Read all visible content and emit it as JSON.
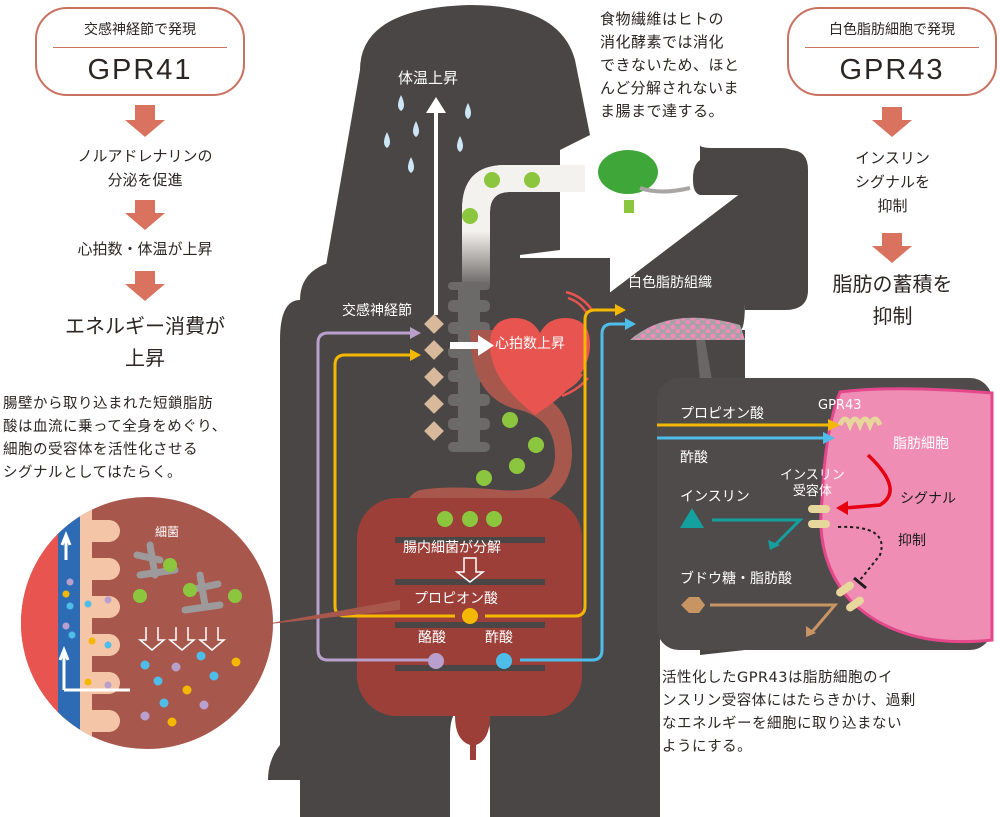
{
  "left_panel": {
    "box_subtitle": "交感神経節で発現",
    "box_title": "GPR41",
    "steps": [
      "ノルアドレナリンの",
      "分泌を促進",
      "心拍数・体温が上昇"
    ],
    "result_line1": "エネルギー消費が",
    "result_line2": "上昇",
    "description": [
      "腸壁から取り込まれた短鎖脂肪",
      "酸は血流に乗って全身をめぐり、",
      "細胞の受容体を活性化させる",
      "シグナルとしてはたらく。"
    ]
  },
  "right_panel": {
    "box_subtitle": "白色脂肪細胞で発現",
    "box_title": "GPR43",
    "steps": [
      "インスリン",
      "シグナルを",
      "抑制"
    ],
    "result_line1": "脂肪の蓄積を",
    "result_line2": "抑制"
  },
  "fiber_note": [
    "食物繊維はヒトの",
    "消化酵素では消化",
    "できないため、ほと",
    "んど分解されないま",
    "ま腸まで達する。"
  ],
  "body": {
    "body_temp_label": "体温上昇",
    "ganglion_label": "交感神経節",
    "heart_label": "心拍数上昇",
    "white_fat_label": "白色脂肪組織",
    "gut_bacteria_label": "腸内細菌が分解",
    "propionic_acid": "プロピオン酸",
    "butyric_acid": "酪酸",
    "acetic_acid": "酢酸"
  },
  "villi_inset": {
    "bacteria_label": "細菌"
  },
  "fat_cell_inset": {
    "propionic_acid": "プロピオン酸",
    "acetic_acid": "酢酸",
    "gpr43": "GPR43",
    "fat_cell": "脂肪細胞",
    "insulin": "インスリン",
    "insulin_receptor_line1": "インスリン",
    "insulin_receptor_line2": "受容体",
    "signal": "シグナル",
    "suppression": "抑制",
    "glucose_fatty_acid": "ブドウ糖・脂肪酸"
  },
  "bottom_note": [
    "活性化したGPR43は脂肪細胞のイ",
    "ンスリン受容体にはたらきかけ、過剰",
    "なエネルギーを細胞に取り込まない",
    "ようにする。"
  ],
  "colors": {
    "body": "#4a4645",
    "accent_box": "#c9705f",
    "arrow": "#d9735f",
    "propionic": "#f5b800",
    "acetic": "#4fbde9",
    "butyric": "#b9a0cc",
    "gut": "#9b3f38",
    "heart": "#e85450",
    "fiber": "#8cc63f",
    "fat_cell": "#ef8db4",
    "fat_cell_border": "#e2488a",
    "signal": "#e60012",
    "insulin": "#15a0a0",
    "glucose": "#c89463"
  }
}
